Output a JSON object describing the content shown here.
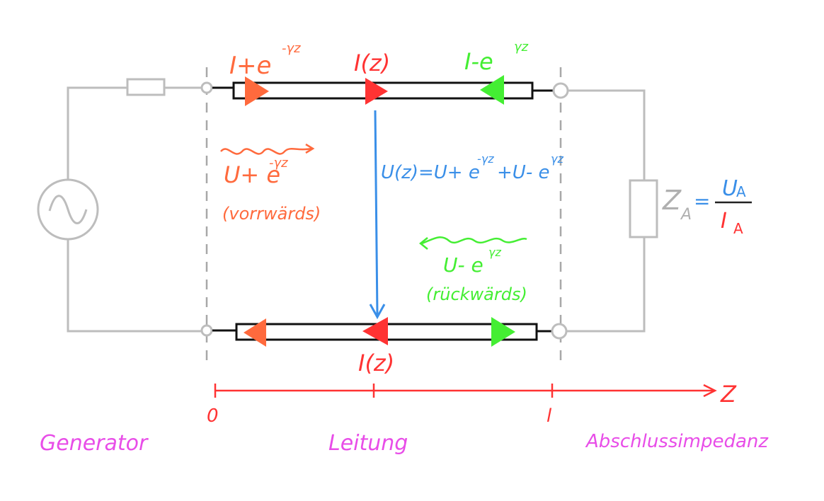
{
  "colors": {
    "forward": "#ff6a3d",
    "current": "#ff3333",
    "backward": "#44ee33",
    "voltage": "#3a8fe8",
    "region": "#e84de8",
    "circuit": "#bdbdbd",
    "line": "#111111",
    "dashes": "#a8a8a8",
    "impedance_text": "#b0b0b0"
  },
  "labels": {
    "i_forward_top": "I+e",
    "i_forward_top_exp": "-γz",
    "i_center_top": "I(z)",
    "i_backward_top": "I-e",
    "i_backward_top_exp": "γz",
    "i_center_bottom": "I(z)",
    "u_forward": "U+ e",
    "u_forward_exp": "-γz",
    "u_forward_caption": "(vorrwärds)",
    "u_backward": "U- e",
    "u_backward_exp": "γz",
    "u_backward_caption": "(rückwärds)",
    "u_equation_lhs": "U(z)=U+ e",
    "u_equation_exp1": "-γz",
    "u_equation_mid": "+U- e",
    "u_equation_exp2": "γz",
    "z_a": "Z",
    "z_a_sub": "A",
    "z_a_equals": "=",
    "u_a": "U",
    "u_a_sub": "A",
    "i_a": "I",
    "i_a_sub": "A"
  },
  "axis": {
    "label": "Z",
    "tick_start": "0",
    "tick_end": "l"
  },
  "regions": {
    "generator": "Generator",
    "line": "Leitung",
    "load": "Abschlussimpedanz"
  }
}
